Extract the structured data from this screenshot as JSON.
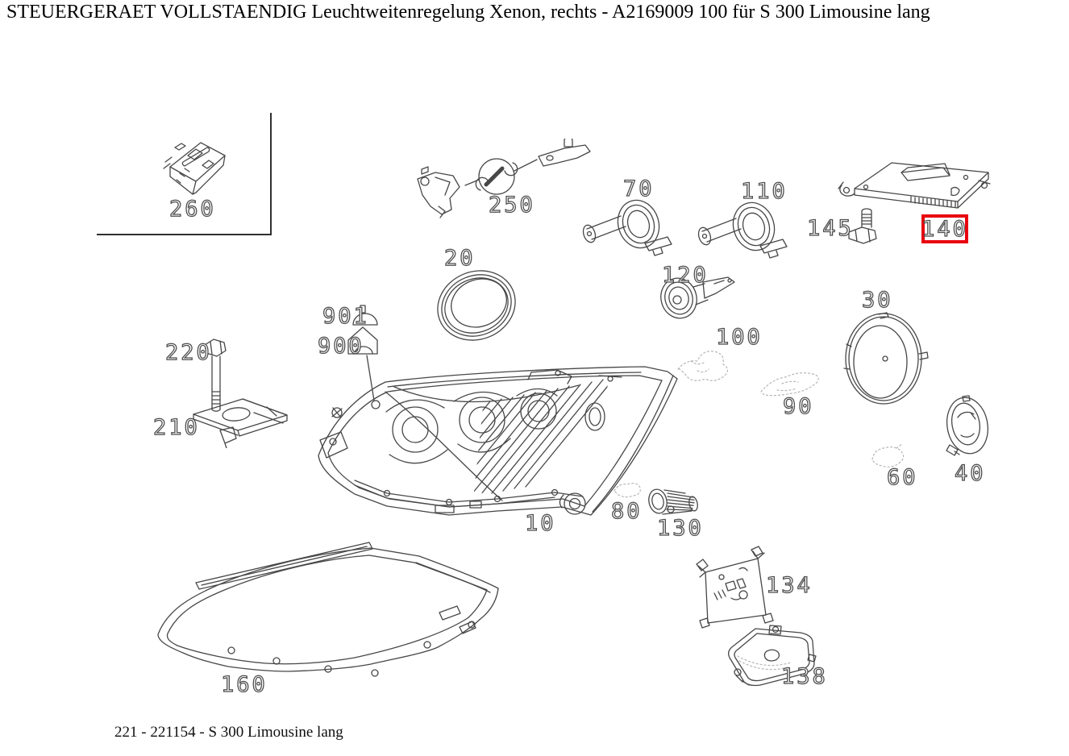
{
  "header": {
    "title": "STEUERGERAET VOLLSTAENDIG Leuchtweitenregelung Xenon, rechts - A2169009 100 für S 300 Limousine lang"
  },
  "footer": {
    "caption": "221 - 221154 - S 300 Limousine lang"
  },
  "highlight": {
    "selected_callout": "140",
    "color": "#e8000e"
  },
  "callouts": {
    "c10": "10",
    "c20": "20",
    "c30": "30",
    "c40": "40",
    "c60": "60",
    "c70": "70",
    "c80": "80",
    "c90": "90",
    "c100": "100",
    "c110": "110",
    "c120": "120",
    "c130": "130",
    "c134": "134",
    "c138": "138",
    "c140": "140",
    "c145": "145",
    "c160": "160",
    "c210": "210",
    "c220": "220",
    "c250": "250",
    "c260": "260",
    "c900": "900",
    "c901": "901"
  }
}
